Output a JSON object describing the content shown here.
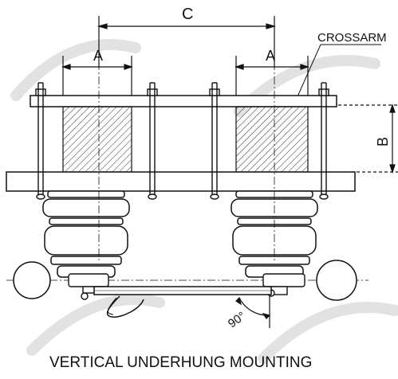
{
  "figure": {
    "caption": "VERTICAL UNDERHUNG MOUNTING",
    "labels": {
      "crossarm": "CROSSARM",
      "dim_c": "C",
      "dim_a_left": "A",
      "dim_a_right": "A",
      "dim_b": "B",
      "angle": "90°"
    }
  }
}
